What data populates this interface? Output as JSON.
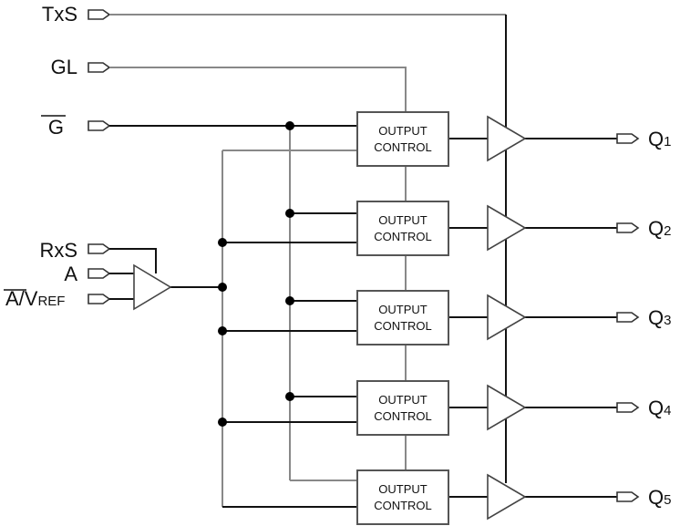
{
  "inputs": {
    "txs": "TxS",
    "gl": "GL",
    "g_bar": "G",
    "rxs": "RxS",
    "a": "A",
    "a_bar_vref": "A/V",
    "vref_sub": "REF"
  },
  "output_control": {
    "line1": "OUTPUT",
    "line2": "CONTROL"
  },
  "outputs": [
    {
      "name": "Q",
      "sub": "1"
    },
    {
      "name": "Q",
      "sub": "2"
    },
    {
      "name": "Q",
      "sub": "3"
    },
    {
      "name": "Q",
      "sub": "4"
    },
    {
      "name": "Q",
      "sub": "5"
    }
  ]
}
